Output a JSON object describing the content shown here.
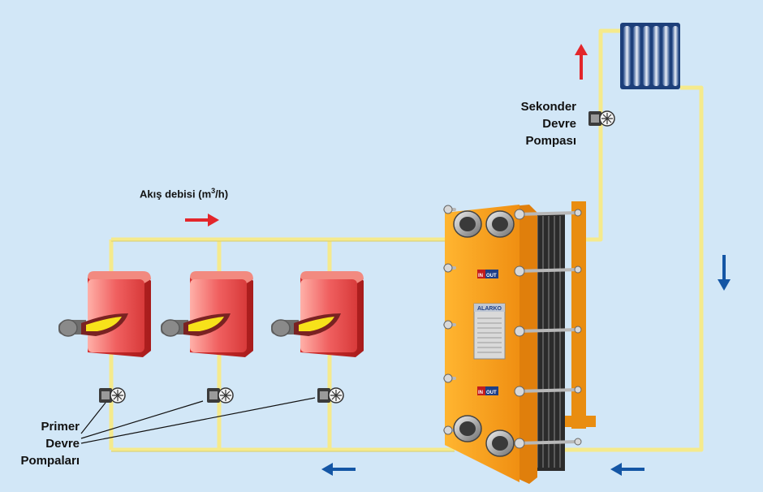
{
  "labels": {
    "flow_rate_prefix": "Akış debisi (m",
    "flow_rate_sup": "3",
    "flow_rate_suffix": "/h)",
    "secondary_pump_line1": "Sekonder",
    "secondary_pump_line2": "Devre",
    "secondary_pump_line3": "Pompası",
    "primary_pumps_line1": "Primer",
    "primary_pumps_line2": "Devre",
    "primary_pumps_line3": "Pompaları"
  },
  "heat_exchanger": {
    "brand": "ALARKO",
    "port_tag_in": "IN",
    "port_tag_out": "OUT"
  },
  "colors": {
    "background": "#d2e7f7",
    "pipe": "#f5ea8c",
    "boiler": "#e94b4b",
    "exchanger": "#f7a21b",
    "arrow_hot": "#e3262b",
    "arrow_cold": "#1456a5"
  }
}
